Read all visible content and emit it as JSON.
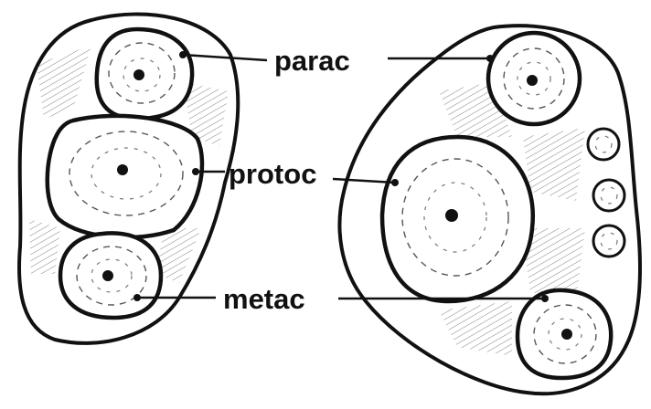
{
  "labels": {
    "parac": "parac",
    "protoc": "protoc",
    "metac": "metac"
  },
  "colors": {
    "ink": "#111111",
    "background": "#ffffff"
  }
}
